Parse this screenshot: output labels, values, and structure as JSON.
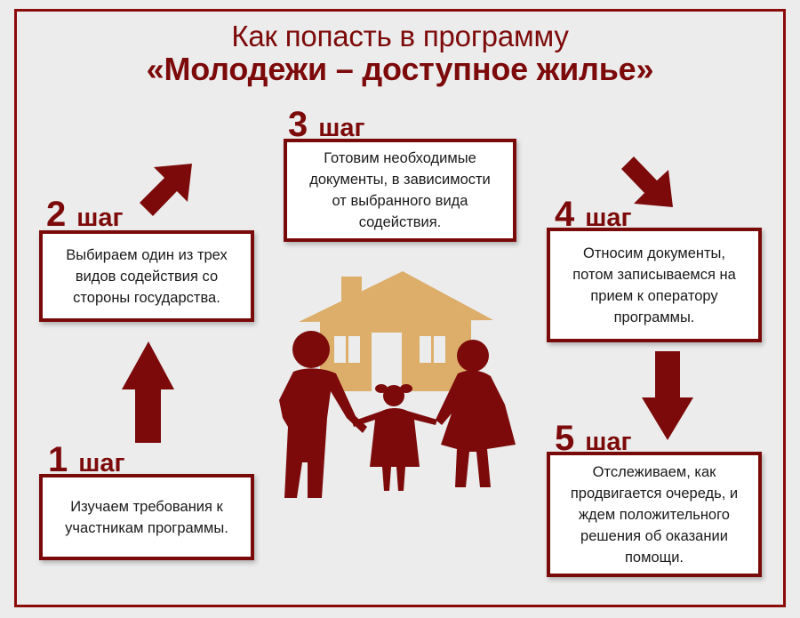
{
  "title": {
    "line1": "Как попасть в программу",
    "line2": "«Молодежи – доступное жилье»"
  },
  "colors": {
    "accent": "#7d0a0a",
    "house": "#dcae6a",
    "background": "#ececec",
    "box_fill": "#ffffff"
  },
  "steps": [
    {
      "number": "1",
      "word": "шаг",
      "text": "Изучаем требования к\nучастникам программы."
    },
    {
      "number": "2",
      "word": "шаг",
      "text": "Выбираем один из трех\nвидов содействия со\nстороны государства."
    },
    {
      "number": "3",
      "word": "шаг",
      "text": "Готовим необходимые\nдокументы, в зависимости\nот выбранного вида\nсодействия."
    },
    {
      "number": "4",
      "word": "шаг",
      "text": "Относим документы,\nпотом записываемся на\nприем к оператору\nпрограммы."
    },
    {
      "number": "5",
      "word": "шаг",
      "text": "Отслеживаем, как\nпродвигается очередь, и\nждем положительного\nрешения  об оказании\nпомощи."
    }
  ],
  "illustration": {
    "icons": [
      "house-icon",
      "family-icon"
    ]
  },
  "arrows": [
    "arrow-up-icon",
    "arrow-up-right-icon",
    "arrow-down-right-icon",
    "arrow-down-icon"
  ]
}
